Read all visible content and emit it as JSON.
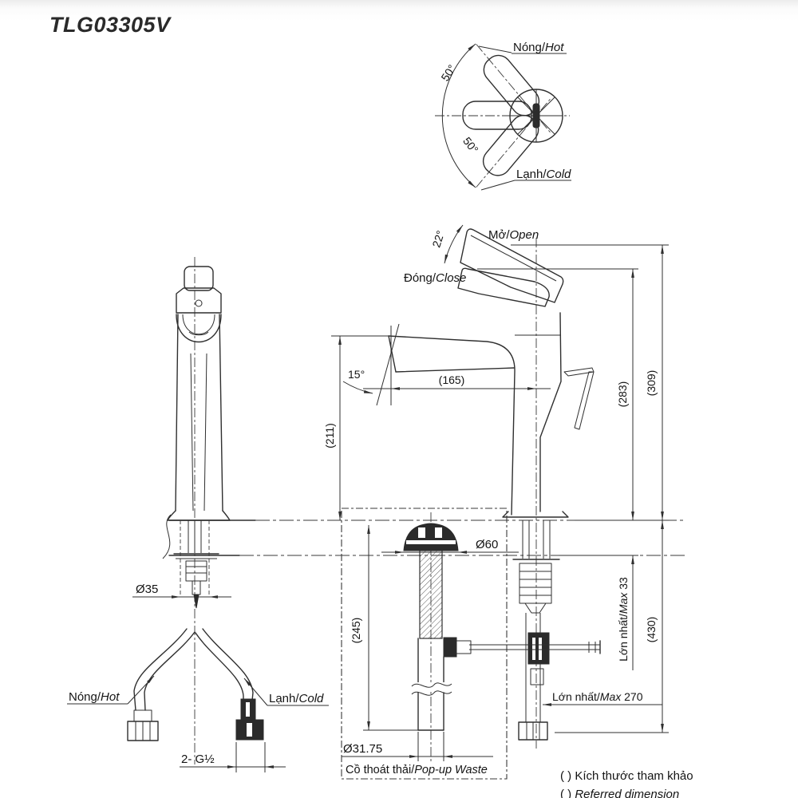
{
  "title": "TLG03305V",
  "colors": {
    "line": "#2f2f2f",
    "text": "#141414",
    "fill_dark": "#2b2b2b"
  },
  "top_view": {
    "hot": {
      "vi": "Nóng/",
      "en": "Hot"
    },
    "cold": {
      "vi": "Lạnh/",
      "en": "Cold"
    },
    "angle_upper": "50°",
    "angle_lower": "50°"
  },
  "side_view": {
    "open": {
      "vi": "Mở/",
      "en": "Open"
    },
    "close": {
      "vi": "Đóng/",
      "en": "Close"
    },
    "open_angle": "22°",
    "spout_angle": "15°",
    "dims": {
      "spout_reach": "(165)",
      "spout_height": "(211)",
      "close_height": "(283)",
      "open_height": "(309)",
      "total_height": "(430)",
      "popup_length": "(245)",
      "flange_dia": "Ø60",
      "pipe_dia": "Ø31.75",
      "max_counter": {
        "vi": "Lớn nhất/",
        "en": "Max",
        "value": " 33"
      },
      "max_hose": {
        "vi": "Lớn nhất/",
        "en": "Max",
        "value": " 270"
      }
    },
    "popup_label": {
      "vi": "Cồ thoát thải/",
      "en": "Pop-up Waste"
    }
  },
  "front_view": {
    "shank_dia": "Ø35",
    "hot": {
      "vi": "Nóng/",
      "en": "Hot"
    },
    "cold": {
      "vi": "Lạnh/",
      "en": "Cold"
    },
    "thread": "2- G½"
  },
  "notes": {
    "vi": "(  ) Kích thước tham khảo",
    "en_prefix": "(  ) ",
    "en": "Referred dimension"
  }
}
